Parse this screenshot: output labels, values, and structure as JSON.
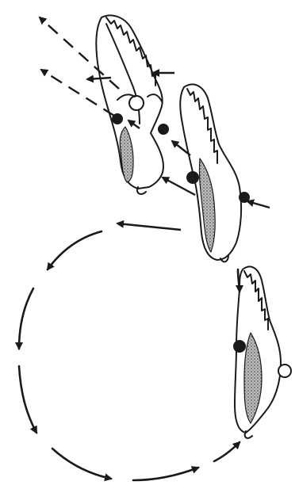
{
  "figure": {
    "kind": "line-drawing",
    "ink_color": "#1a1a1a",
    "body_shading_color": "#7a7a7a",
    "background": "#ffffff",
    "larvae": [
      {
        "id": "larva-top",
        "has_circle_marker": true
      },
      {
        "id": "larva-middle",
        "has_circle_marker": false
      },
      {
        "id": "larva-bottom",
        "has_circle_marker": true
      }
    ]
  }
}
